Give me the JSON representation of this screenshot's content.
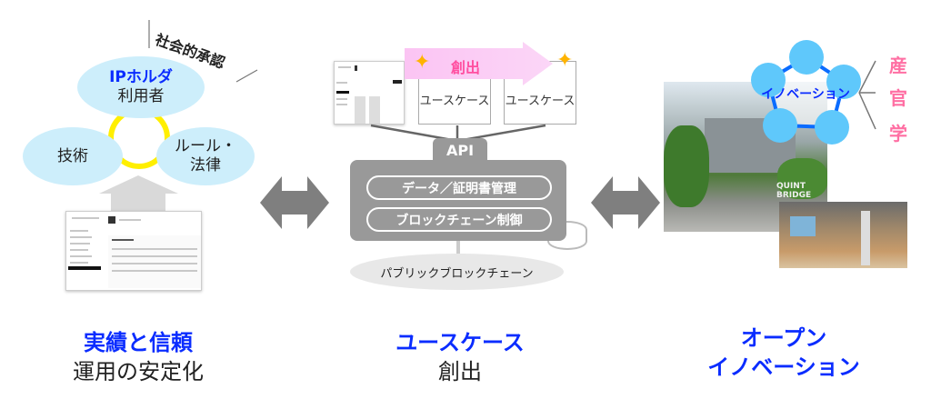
{
  "left": {
    "social_recognition": "社会的承認",
    "ip_holder": "IPホルダ",
    "user": "利用者",
    "technology": "技術",
    "rules_law_1": "ルール・",
    "rules_law_2": "法律",
    "caption_bold": "実績と信頼",
    "caption": "運用の安定化"
  },
  "center": {
    "creation_arrow_label": "創出",
    "use_case_1": "ユースケース",
    "use_case_2": "ユースケース",
    "api_label": "API",
    "pill_1": "データ／証明書管理",
    "pill_2": "ブロックチェーン制御",
    "public_blockchain": "パブリックブロックチェーン",
    "caption_bold": "ユースケース",
    "caption": "創出"
  },
  "right": {
    "innovation_label": "イノベーション",
    "industry": "産",
    "government": "官",
    "academia": "学",
    "photo_sign": "QUINT BRIDGE",
    "caption_bold_1": "オープン",
    "caption_bold_2": "イノベーション"
  },
  "colors": {
    "blue": "#0a2cff",
    "pink": "#ff6fa3",
    "gray": "#999999",
    "yellow": "#ffef00",
    "light_blue": "#cdeefb"
  }
}
